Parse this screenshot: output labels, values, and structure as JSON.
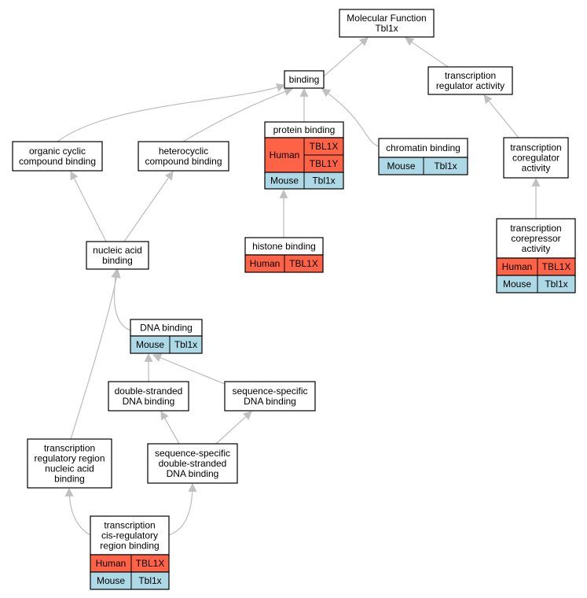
{
  "colors": {
    "human": "#ff6347",
    "mouse": "#add8e6",
    "edge": "#c0c0c0",
    "border": "#000000"
  },
  "nodes": [
    {
      "id": "molecular-function",
      "lines": [
        "Molecular Function",
        "Tbl1x"
      ],
      "species": []
    },
    {
      "id": "binding",
      "lines": [
        "binding"
      ],
      "species": []
    },
    {
      "id": "transcription-regulator-activity",
      "lines": [
        "transcription",
        "regulator activity"
      ],
      "species": []
    },
    {
      "id": "organic-cyclic-compound-binding",
      "lines": [
        "organic cyclic",
        "compound binding"
      ],
      "species": []
    },
    {
      "id": "heterocyclic-compound-binding",
      "lines": [
        "heterocyclic",
        "compound binding"
      ],
      "species": []
    },
    {
      "id": "protein-binding",
      "lines": [
        "protein binding"
      ],
      "species": [
        {
          "species": "Human",
          "genes": [
            "TBL1X",
            "TBL1Y"
          ]
        },
        {
          "species": "Mouse",
          "genes": [
            "Tbl1x"
          ]
        }
      ]
    },
    {
      "id": "chromatin-binding",
      "lines": [
        "chromatin binding"
      ],
      "species": [
        {
          "species": "Mouse",
          "genes": [
            "Tbl1x"
          ]
        }
      ]
    },
    {
      "id": "transcription-coregulator-activity",
      "lines": [
        "transcription",
        "coregulator",
        "activity"
      ],
      "species": []
    },
    {
      "id": "histone-binding",
      "lines": [
        "histone binding"
      ],
      "species": [
        {
          "species": "Human",
          "genes": [
            "TBL1X"
          ]
        }
      ]
    },
    {
      "id": "transcription-corepressor-activity",
      "lines": [
        "transcription",
        "corepressor",
        "activity"
      ],
      "species": [
        {
          "species": "Human",
          "genes": [
            "TBL1X"
          ]
        },
        {
          "species": "Mouse",
          "genes": [
            "Tbl1x"
          ]
        }
      ]
    },
    {
      "id": "nucleic-acid-binding",
      "lines": [
        "nucleic acid",
        "binding"
      ],
      "species": []
    },
    {
      "id": "dna-binding",
      "lines": [
        "DNA binding"
      ],
      "species": [
        {
          "species": "Mouse",
          "genes": [
            "Tbl1x"
          ]
        }
      ]
    },
    {
      "id": "double-stranded-dna-binding",
      "lines": [
        "double-stranded",
        "DNA binding"
      ],
      "species": []
    },
    {
      "id": "sequence-specific-dna-binding",
      "lines": [
        "sequence-specific",
        "DNA binding"
      ],
      "species": []
    },
    {
      "id": "transcription-regulatory-region-nucleic-acid-binding",
      "lines": [
        "transcription",
        "regulatory region",
        "nucleic acid",
        "binding"
      ],
      "species": []
    },
    {
      "id": "sequence-specific-double-stranded-dna-binding",
      "lines": [
        "sequence-specific",
        "double-stranded",
        "DNA binding"
      ],
      "species": []
    },
    {
      "id": "transcription-cis-regulatory-region-binding",
      "lines": [
        "transcription",
        "cis-regulatory",
        "region binding"
      ],
      "species": [
        {
          "species": "Human",
          "genes": [
            "TBL1X"
          ]
        },
        {
          "species": "Mouse",
          "genes": [
            "Tbl1x"
          ]
        }
      ]
    }
  ],
  "edges": [
    {
      "from": "binding",
      "to": "molecular-function"
    },
    {
      "from": "transcription-regulator-activity",
      "to": "molecular-function"
    },
    {
      "from": "organic-cyclic-compound-binding",
      "to": "binding"
    },
    {
      "from": "heterocyclic-compound-binding",
      "to": "binding"
    },
    {
      "from": "protein-binding",
      "to": "binding"
    },
    {
      "from": "chromatin-binding",
      "to": "binding"
    },
    {
      "from": "transcription-coregulator-activity",
      "to": "transcription-regulator-activity"
    },
    {
      "from": "histone-binding",
      "to": "protein-binding"
    },
    {
      "from": "transcription-corepressor-activity",
      "to": "transcription-coregulator-activity"
    },
    {
      "from": "nucleic-acid-binding",
      "to": "organic-cyclic-compound-binding"
    },
    {
      "from": "nucleic-acid-binding",
      "to": "heterocyclic-compound-binding"
    },
    {
      "from": "dna-binding",
      "to": "nucleic-acid-binding"
    },
    {
      "from": "transcription-regulatory-region-nucleic-acid-binding",
      "to": "nucleic-acid-binding"
    },
    {
      "from": "double-stranded-dna-binding",
      "to": "dna-binding"
    },
    {
      "from": "sequence-specific-dna-binding",
      "to": "dna-binding"
    },
    {
      "from": "sequence-specific-double-stranded-dna-binding",
      "to": "double-stranded-dna-binding"
    },
    {
      "from": "sequence-specific-double-stranded-dna-binding",
      "to": "sequence-specific-dna-binding"
    },
    {
      "from": "transcription-cis-regulatory-region-binding",
      "to": "transcription-regulatory-region-nucleic-acid-binding"
    },
    {
      "from": "transcription-cis-regulatory-region-binding",
      "to": "sequence-specific-double-stranded-dna-binding"
    }
  ]
}
